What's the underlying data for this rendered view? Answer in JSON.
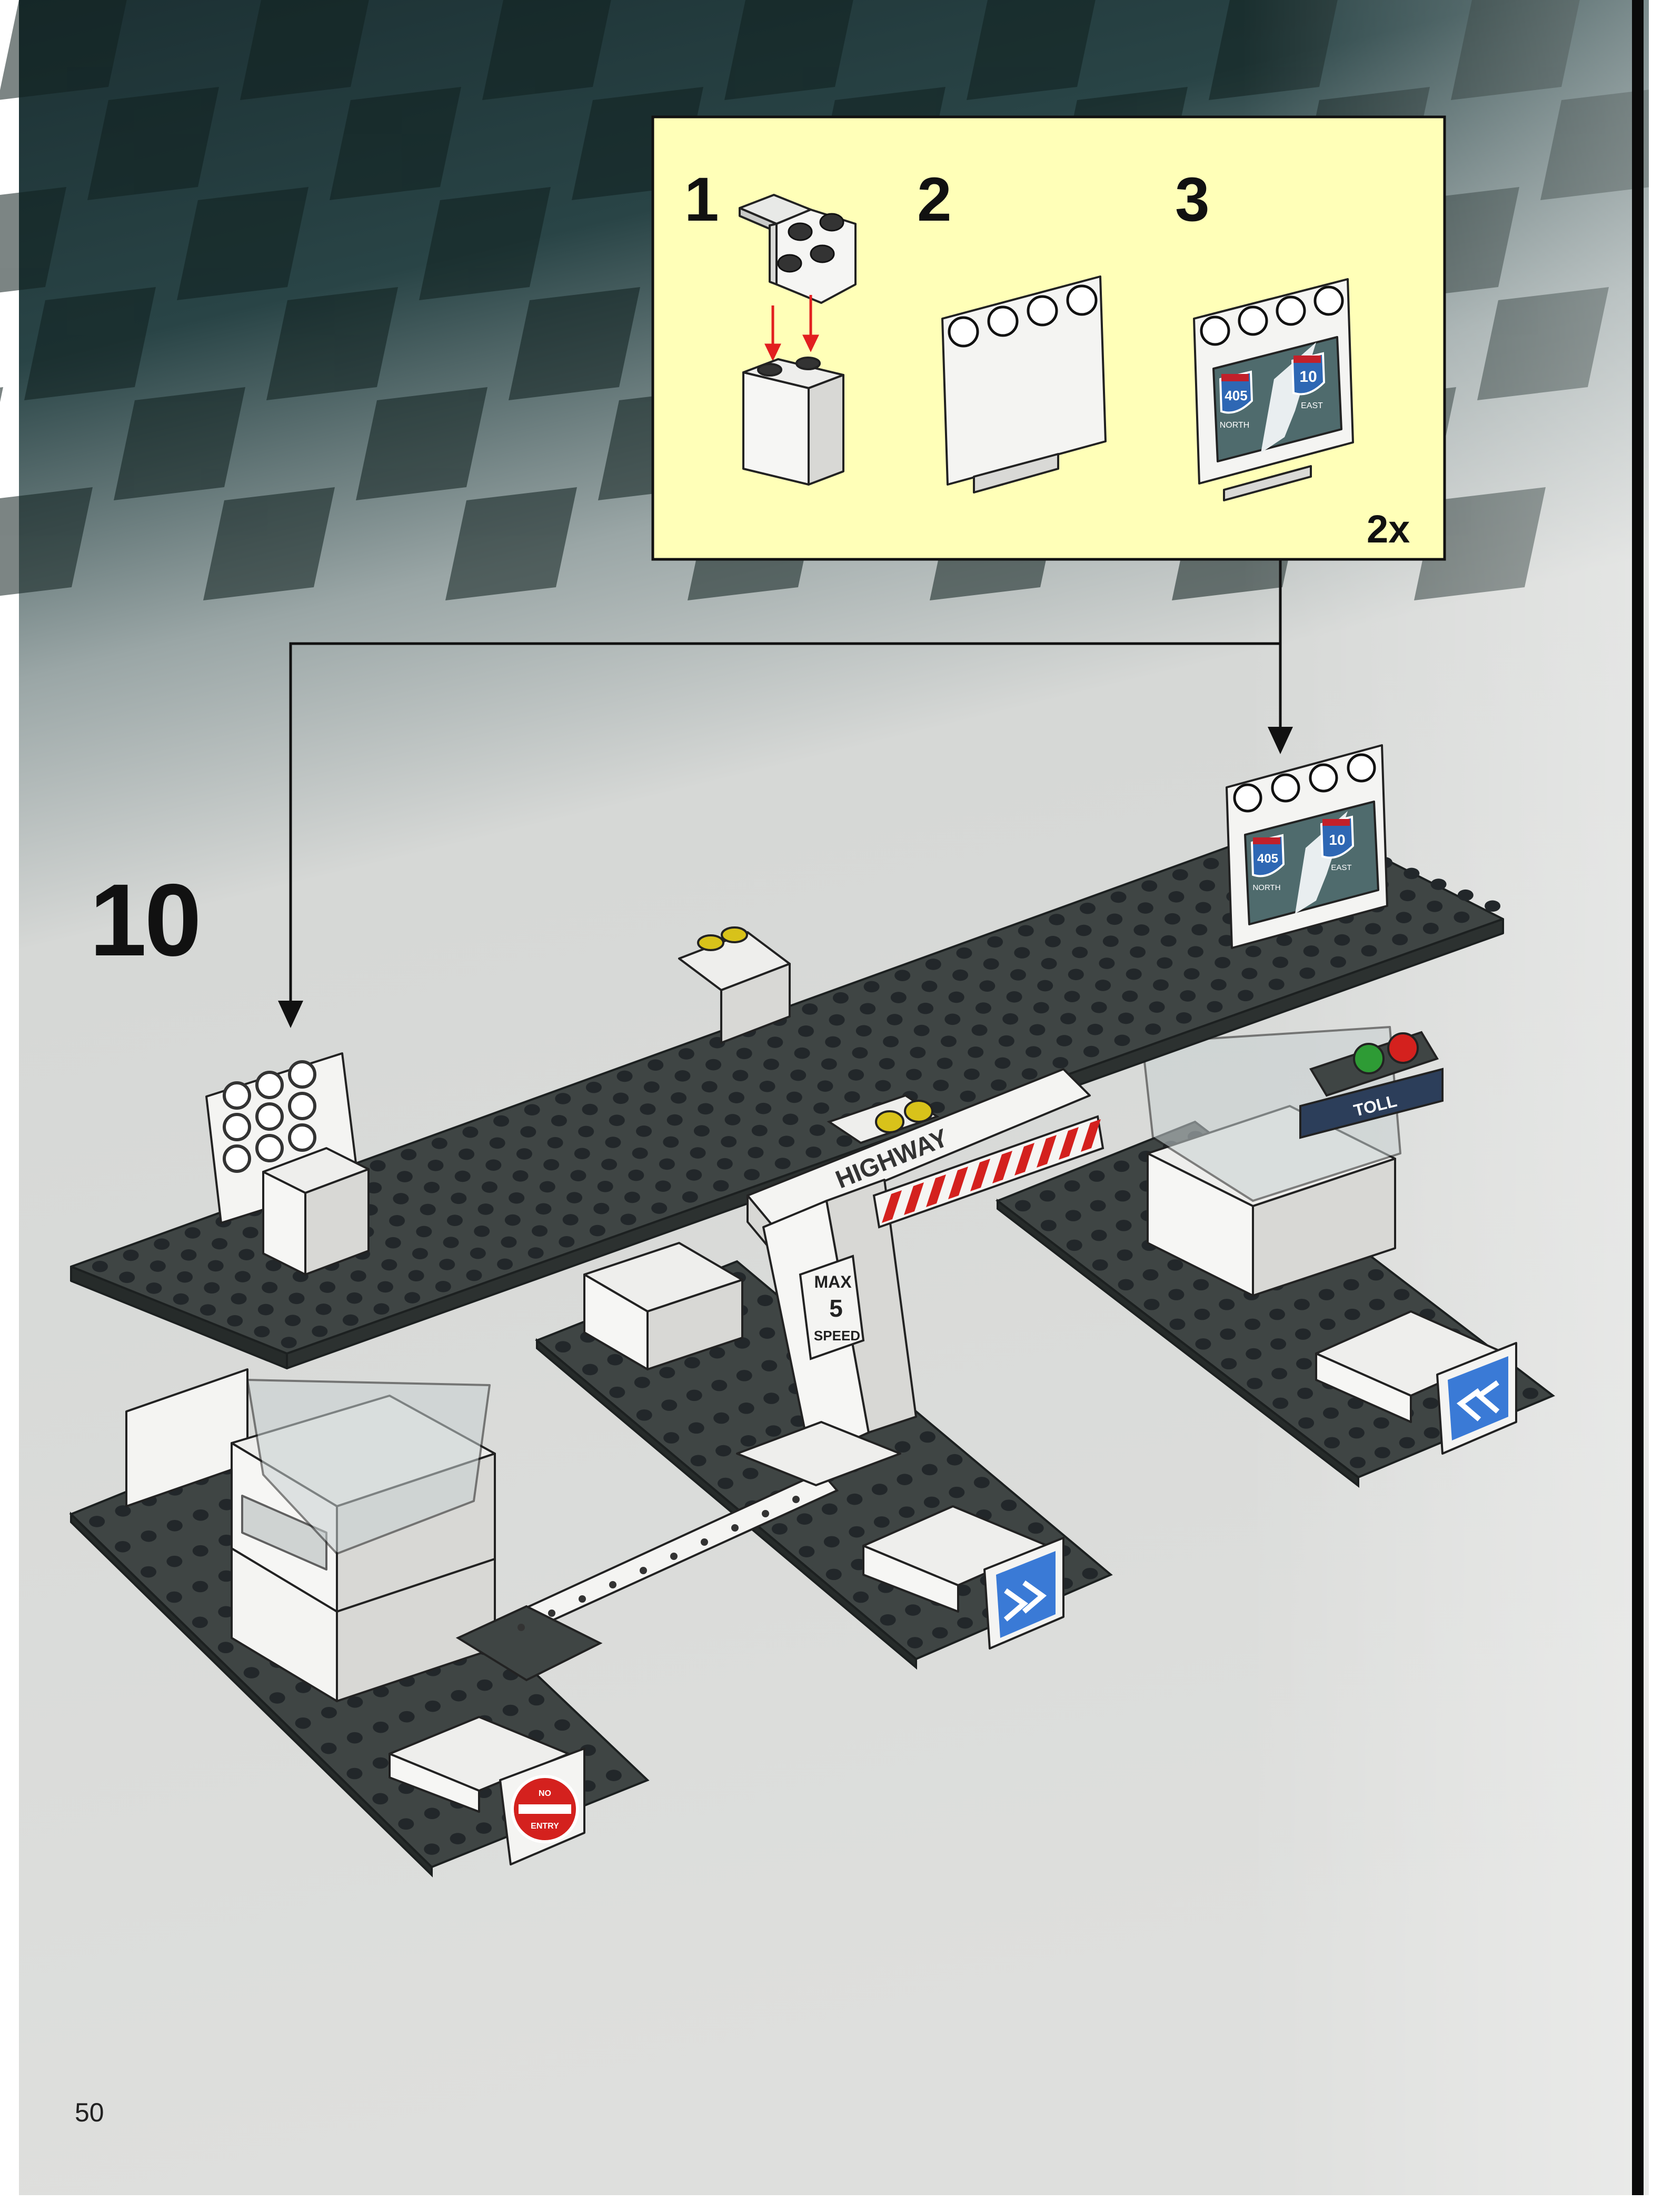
{
  "page": {
    "number": "50"
  },
  "step": {
    "number": "10"
  },
  "callout": {
    "background": "#ffffb8",
    "substeps": [
      {
        "label": "1"
      },
      {
        "label": "2"
      },
      {
        "label": "3"
      }
    ],
    "multiplier": "2x"
  },
  "signs": {
    "interstate_a": "405",
    "interstate_a_dir": "NORTH",
    "interstate_b": "10",
    "interstate_b_dir": "EAST",
    "gate_banner": "HIGHWAY",
    "speed_top": "MAX",
    "speed_value": "5",
    "speed_bottom": "SPEED",
    "toll": "TOLL",
    "no_entry_top": "NO",
    "no_entry_bottom": "ENTRY"
  },
  "colors": {
    "plate": "#3f4544",
    "plate_dark": "#262b2a",
    "stud": "#5a605f",
    "brick_white": "#f3f4f2",
    "sign_teal": "#4f6b6d",
    "sign_shield": "#2e67b4",
    "shield_red": "#c2202a",
    "arrow_red": "#e21f1f",
    "chevron_blue": "#3a7ad6",
    "traffic_green": "#2e9b35",
    "traffic_red": "#d4211e",
    "headlight_yellow": "#d8c21a",
    "background_dark": "#1d3436",
    "background_light": "#dadbd9"
  }
}
